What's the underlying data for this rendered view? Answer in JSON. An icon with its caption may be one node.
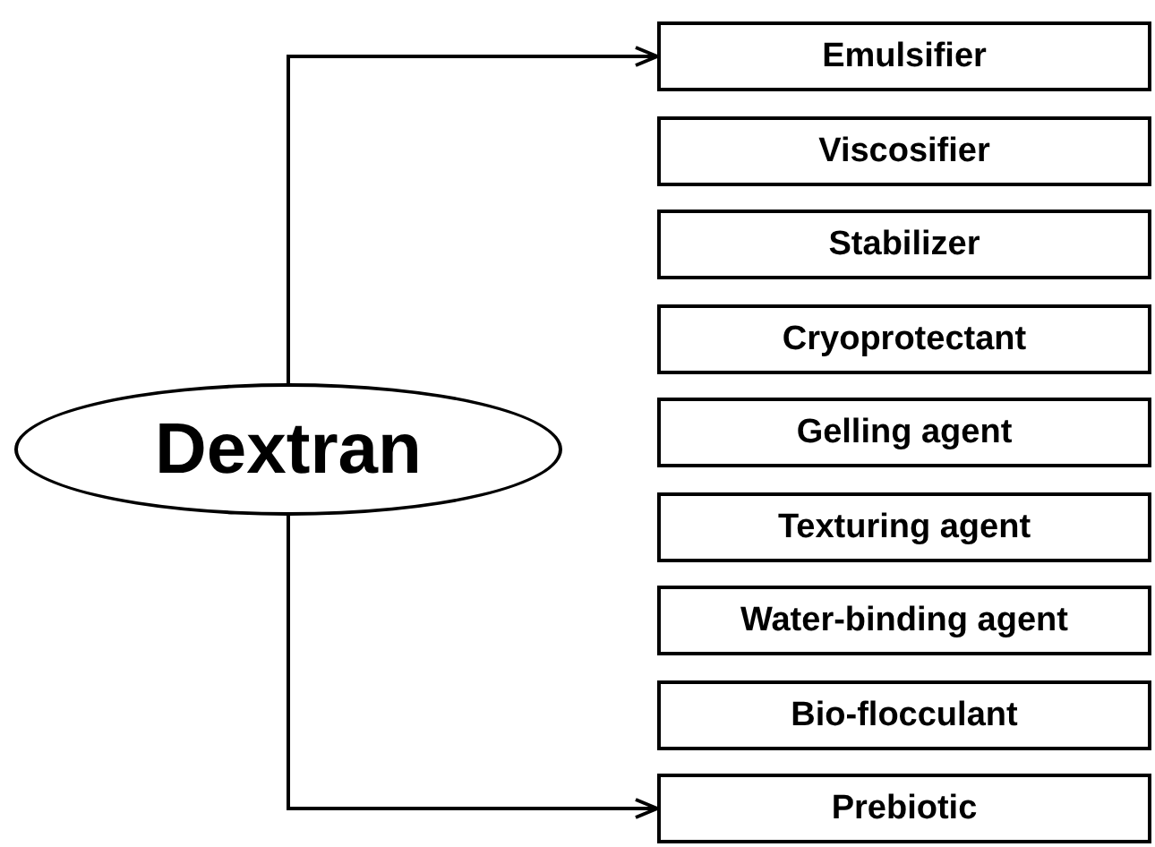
{
  "diagram": {
    "nodes": [
      {
        "text": [
          "Dextran"
        ]
      },
      {
        "text": [
          "Emulsifier"
        ]
      },
      {
        "text": [
          "Viscosifier"
        ]
      },
      {
        "text": [
          "Stabilizer"
        ]
      },
      {
        "text": [
          "Cryoprotectant"
        ]
      },
      {
        "text": [
          "Gelling agent"
        ]
      },
      {
        "text": [
          "Texturing agent"
        ]
      },
      {
        "text": [
          "Water-binding agent"
        ]
      },
      {
        "text": [
          "Bio-flocculant"
        ]
      },
      {
        "text": [
          "Prebiotic"
        ]
      }
    ],
    "edges": [
      {
        "from": 0,
        "to": 1,
        "arrow": "to"
      },
      {
        "from": 0,
        "to": 9,
        "arrow": "to"
      }
    ]
  }
}
